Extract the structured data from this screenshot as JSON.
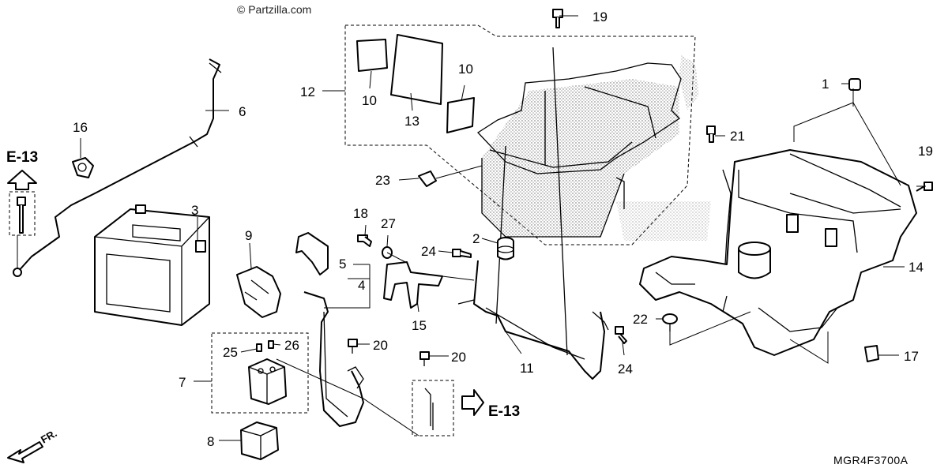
{
  "watermark": "© Partzilla.com",
  "diagram_code": "MGR4F3700A",
  "direction_label": "FR.",
  "references": [
    {
      "id": "ref-left",
      "label": "E-13"
    },
    {
      "id": "ref-right",
      "label": "E-13"
    }
  ],
  "callouts": [
    {
      "id": "1",
      "label": "1"
    },
    {
      "id": "2",
      "label": "2"
    },
    {
      "id": "3",
      "label": "3"
    },
    {
      "id": "4",
      "label": "4"
    },
    {
      "id": "5",
      "label": "5"
    },
    {
      "id": "6",
      "label": "6"
    },
    {
      "id": "7",
      "label": "7"
    },
    {
      "id": "8",
      "label": "8"
    },
    {
      "id": "9",
      "label": "9"
    },
    {
      "id": "10a",
      "label": "10"
    },
    {
      "id": "10b",
      "label": "10"
    },
    {
      "id": "11",
      "label": "11"
    },
    {
      "id": "12",
      "label": "12"
    },
    {
      "id": "13",
      "label": "13"
    },
    {
      "id": "14",
      "label": "14"
    },
    {
      "id": "15",
      "label": "15"
    },
    {
      "id": "16",
      "label": "16"
    },
    {
      "id": "17",
      "label": "17"
    },
    {
      "id": "18",
      "label": "18"
    },
    {
      "id": "19a",
      "label": "19"
    },
    {
      "id": "19b",
      "label": "19"
    },
    {
      "id": "20a",
      "label": "20"
    },
    {
      "id": "20b",
      "label": "20"
    },
    {
      "id": "21",
      "label": "21"
    },
    {
      "id": "22",
      "label": "22"
    },
    {
      "id": "23",
      "label": "23"
    },
    {
      "id": "24a",
      "label": "24"
    },
    {
      "id": "24b",
      "label": "24"
    },
    {
      "id": "25",
      "label": "25"
    },
    {
      "id": "26",
      "label": "26"
    },
    {
      "id": "27",
      "label": "27"
    }
  ]
}
